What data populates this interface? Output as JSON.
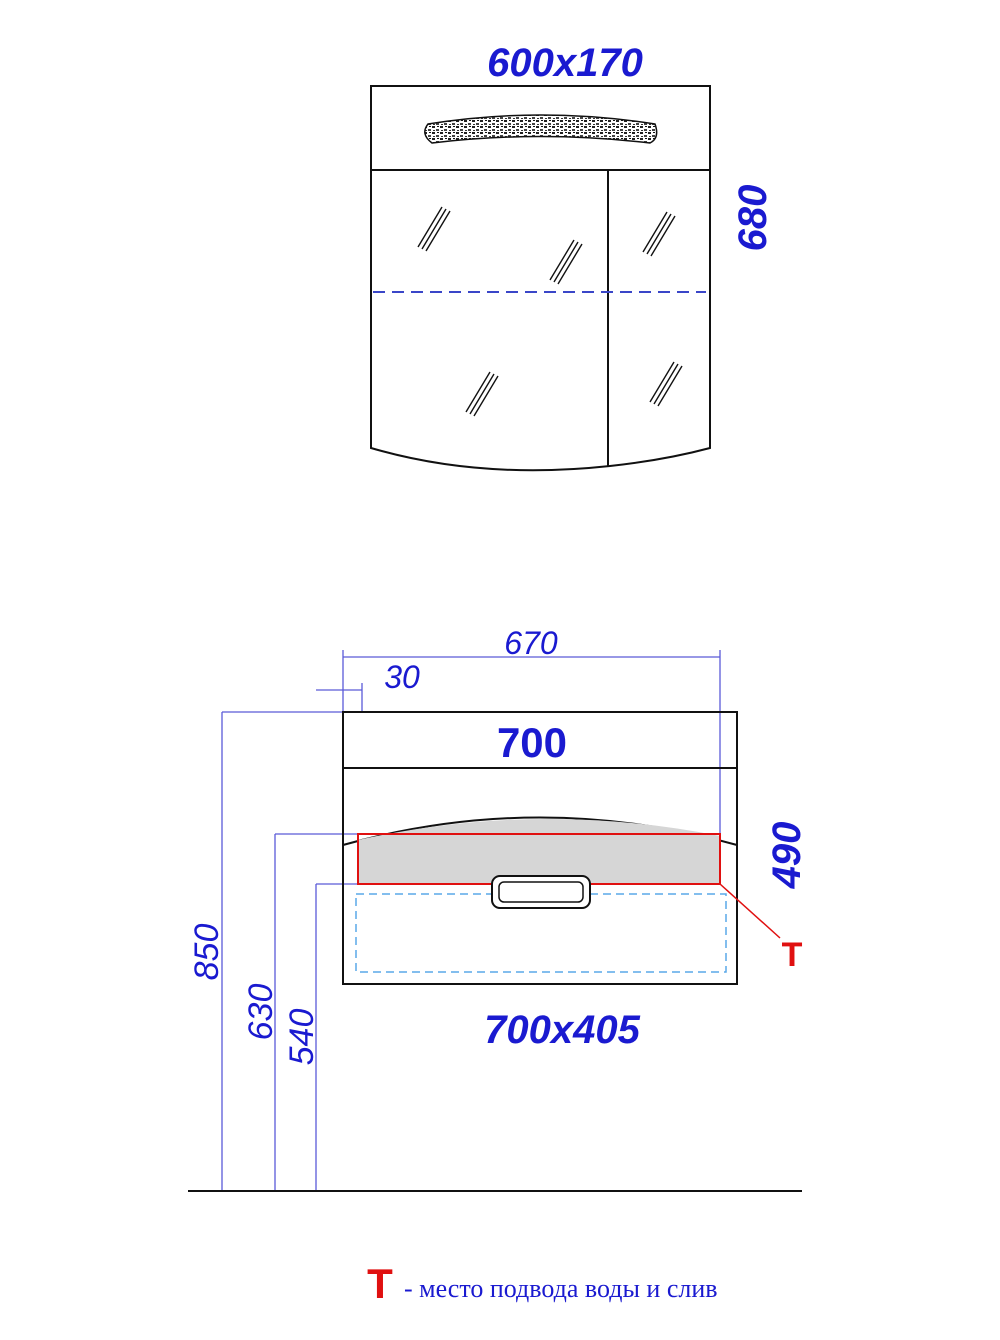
{
  "mirror": {
    "size_label": "600x170",
    "height_label": "680"
  },
  "cabinet": {
    "width_label": "670",
    "offset_label": "30",
    "top_label": "700",
    "height_label": "490",
    "size_label": "700x405",
    "height_850": "850",
    "height_630": "630",
    "height_540": "540",
    "marker_label": "Т"
  },
  "legend": {
    "marker": "Т",
    "text": "- место подвода воды и слив"
  },
  "colors": {
    "dimension": "#1a1ad0",
    "marker": "#e01010",
    "outline": "#111111",
    "dim_line": "#5a5ad8"
  }
}
